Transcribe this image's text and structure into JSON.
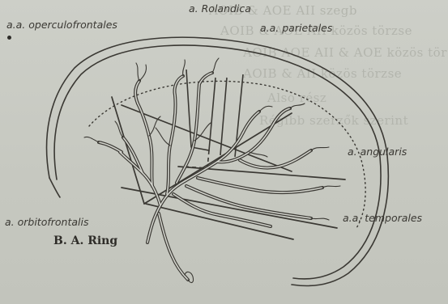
{
  "labels": {
    "rolandica": "a. Rolandica",
    "operculofrontales": "a.a. operculofrontales",
    "parietales": "a.a. parietales",
    "angularis": "a. angularis",
    "orbitofrontalis": "a. orbitofrontalis",
    "temporales": "a.a. temporales"
  },
  "signature": "B. A. Ring",
  "bleed_through_text": [
    "AOIB & AOE AII szegb",
    "AOIB & AOE AII közös törzse",
    "AOIB AOE AII & AOE közös tör",
    "AOIB & AII közös törzse",
    "Alsó rész",
    "Régibb szerzők szerint"
  ],
  "colors": {
    "paper": "#c9cbc4",
    "ink": "#3a3833",
    "vessel_fill": "#d2d3cc",
    "bleed_through": "#b3b5ad"
  }
}
